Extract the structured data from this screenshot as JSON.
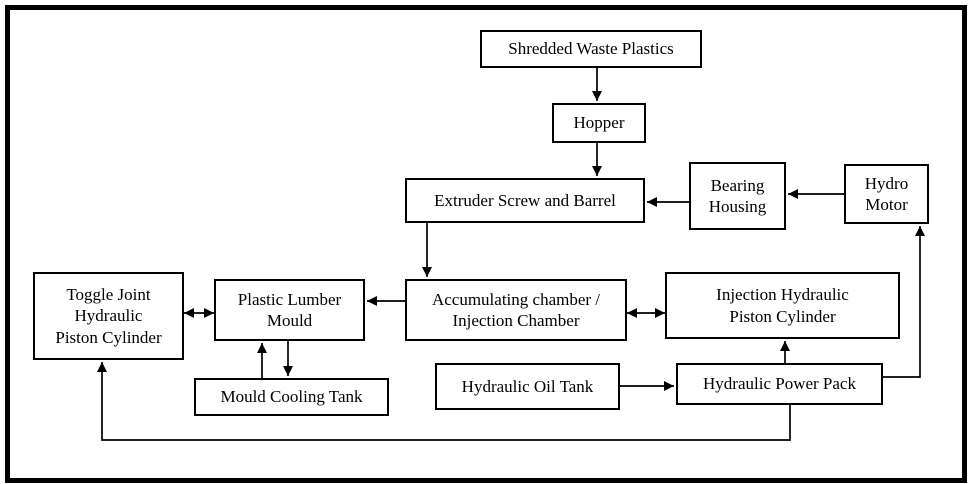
{
  "diagram": {
    "title": "Plastic lumber injection moulding machine block diagram",
    "colors": {
      "background": "#ffffff",
      "line": "#000000",
      "text": "#000000",
      "frame_border": "#000000"
    },
    "nodes": {
      "shredded_waste_plastics": {
        "label": "Shredded Waste Plastics"
      },
      "hopper": {
        "label": "Hopper"
      },
      "extruder_screw_and_barrel": {
        "label": "Extruder Screw and Barrel"
      },
      "bearing_housing": {
        "label": "Bearing\nHousing"
      },
      "hydro_motor": {
        "label": "Hydro\nMotor"
      },
      "toggle_joint_hydraulic_piston_cylinder": {
        "label": "Toggle Joint\nHydraulic\nPiston Cylinder"
      },
      "plastic_lumber_mould": {
        "label": "Plastic Lumber\nMould"
      },
      "accumulating_chamber": {
        "label": "Accumulating chamber /\nInjection Chamber"
      },
      "injection_hydraulic_piston_cylinder": {
        "label": "Injection Hydraulic\nPiston Cylinder"
      },
      "mould_cooling_tank": {
        "label": "Mould Cooling Tank"
      },
      "hydraulic_oil_tank": {
        "label": "Hydraulic Oil Tank"
      },
      "hydraulic_power_pack": {
        "label": "Hydraulic Power Pack"
      }
    },
    "edges": [
      {
        "from": "Shredded Waste Plastics",
        "to": "Hopper",
        "type": "arrow"
      },
      {
        "from": "Hopper",
        "to": "Extruder Screw and Barrel",
        "type": "arrow"
      },
      {
        "from": "Bearing Housing",
        "to": "Extruder Screw and Barrel",
        "type": "arrow"
      },
      {
        "from": "Hydro Motor",
        "to": "Bearing Housing",
        "type": "arrow"
      },
      {
        "from": "Extruder Screw and Barrel",
        "to": "Accumulating chamber / Injection Chamber",
        "type": "arrow"
      },
      {
        "from": "Accumulating chamber / Injection Chamber",
        "to": "Plastic Lumber Mould",
        "type": "arrow"
      },
      {
        "from": "Accumulating chamber / Injection Chamber",
        "to": "Injection Hydraulic Piston Cylinder",
        "type": "double-arrow"
      },
      {
        "from": "Toggle Joint Hydraulic Piston Cylinder",
        "to": "Plastic Lumber Mould",
        "type": "double-arrow"
      },
      {
        "from": "Mould Cooling Tank",
        "to": "Plastic Lumber Mould",
        "type": "arrow"
      },
      {
        "from": "Plastic Lumber Mould",
        "to": "Mould Cooling Tank",
        "type": "arrow"
      },
      {
        "from": "Hydraulic Oil Tank",
        "to": "Hydraulic Power Pack",
        "type": "arrow"
      },
      {
        "from": "Hydraulic Power Pack",
        "to": "Injection Hydraulic Piston Cylinder",
        "type": "arrow"
      },
      {
        "from": "Hydraulic Power Pack",
        "to": "Hydro Motor",
        "type": "arrow"
      },
      {
        "from": "Hydraulic Power Pack",
        "to": "Toggle Joint Hydraulic Piston Cylinder",
        "type": "arrow"
      }
    ]
  }
}
